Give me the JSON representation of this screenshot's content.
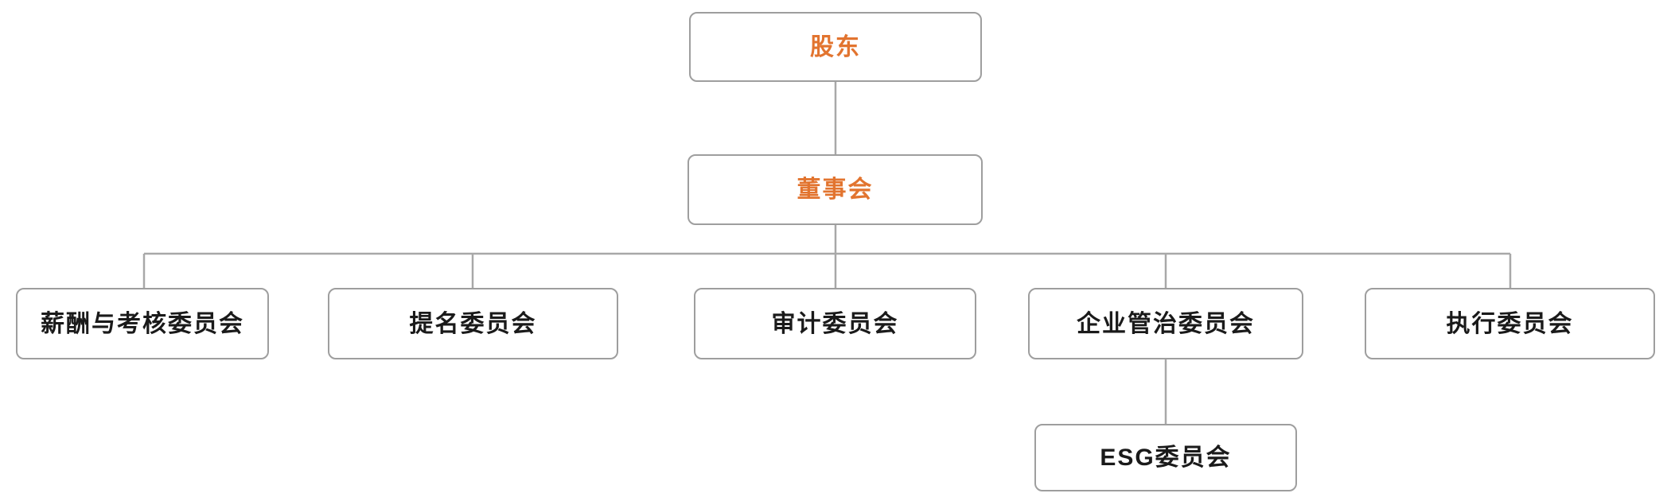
{
  "colors": {
    "accent-orange": "#e2742f",
    "text-dark": "#1a1a1a",
    "box-border": "#9e9e9e",
    "connector": "#a8a8a8",
    "canvas-bg": "#ffffff"
  },
  "org_chart": {
    "type": "org-hierarchy",
    "nodes": {
      "shareholders": {
        "label": "股东",
        "emphasis": "orange"
      },
      "board": {
        "label": "董事会",
        "emphasis": "orange"
      },
      "remuneration": {
        "label": "薪酬与考核委员会",
        "emphasis": "none"
      },
      "nomination": {
        "label": "提名委员会",
        "emphasis": "none"
      },
      "audit": {
        "label": "审计委员会",
        "emphasis": "none"
      },
      "governance": {
        "label": "企业管治委员会",
        "emphasis": "none"
      },
      "executive": {
        "label": "执行委员会",
        "emphasis": "none"
      },
      "esg": {
        "label": "ESG委员会",
        "emphasis": "none"
      }
    },
    "edges": [
      {
        "from": "shareholders",
        "to": "board"
      },
      {
        "from": "board",
        "to": "remuneration"
      },
      {
        "from": "board",
        "to": "nomination"
      },
      {
        "from": "board",
        "to": "audit"
      },
      {
        "from": "board",
        "to": "governance"
      },
      {
        "from": "board",
        "to": "executive"
      },
      {
        "from": "governance",
        "to": "esg"
      }
    ]
  }
}
